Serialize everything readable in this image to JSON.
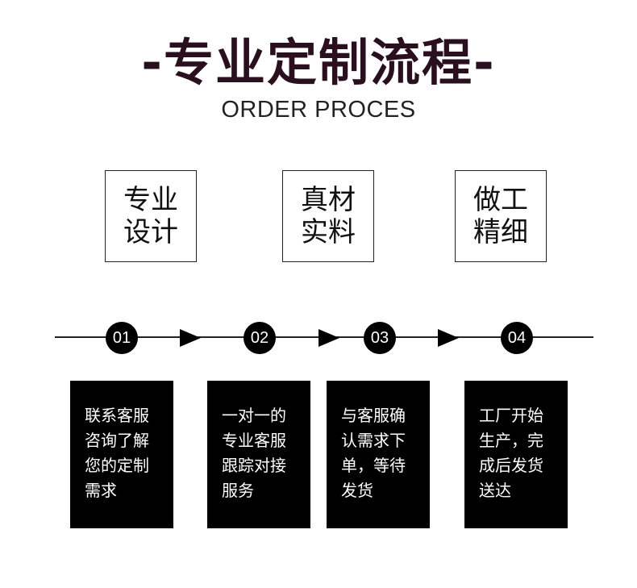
{
  "header": {
    "title": "-专业定制流程-",
    "subtitle": "ORDER PROCES"
  },
  "features": [
    {
      "label": "专业设计"
    },
    {
      "label": "真材实料"
    },
    {
      "label": "做工精细"
    }
  ],
  "steps": [
    {
      "number": "01",
      "text": "联系客服咨询了解您的定制需求"
    },
    {
      "number": "02",
      "text": "一对一的专业客服跟踪对接服务"
    },
    {
      "number": "03",
      "text": "与客服确认需求下单，等待发货"
    },
    {
      "number": "04",
      "text": "工厂开始生产，完成后发货送达"
    }
  ]
}
